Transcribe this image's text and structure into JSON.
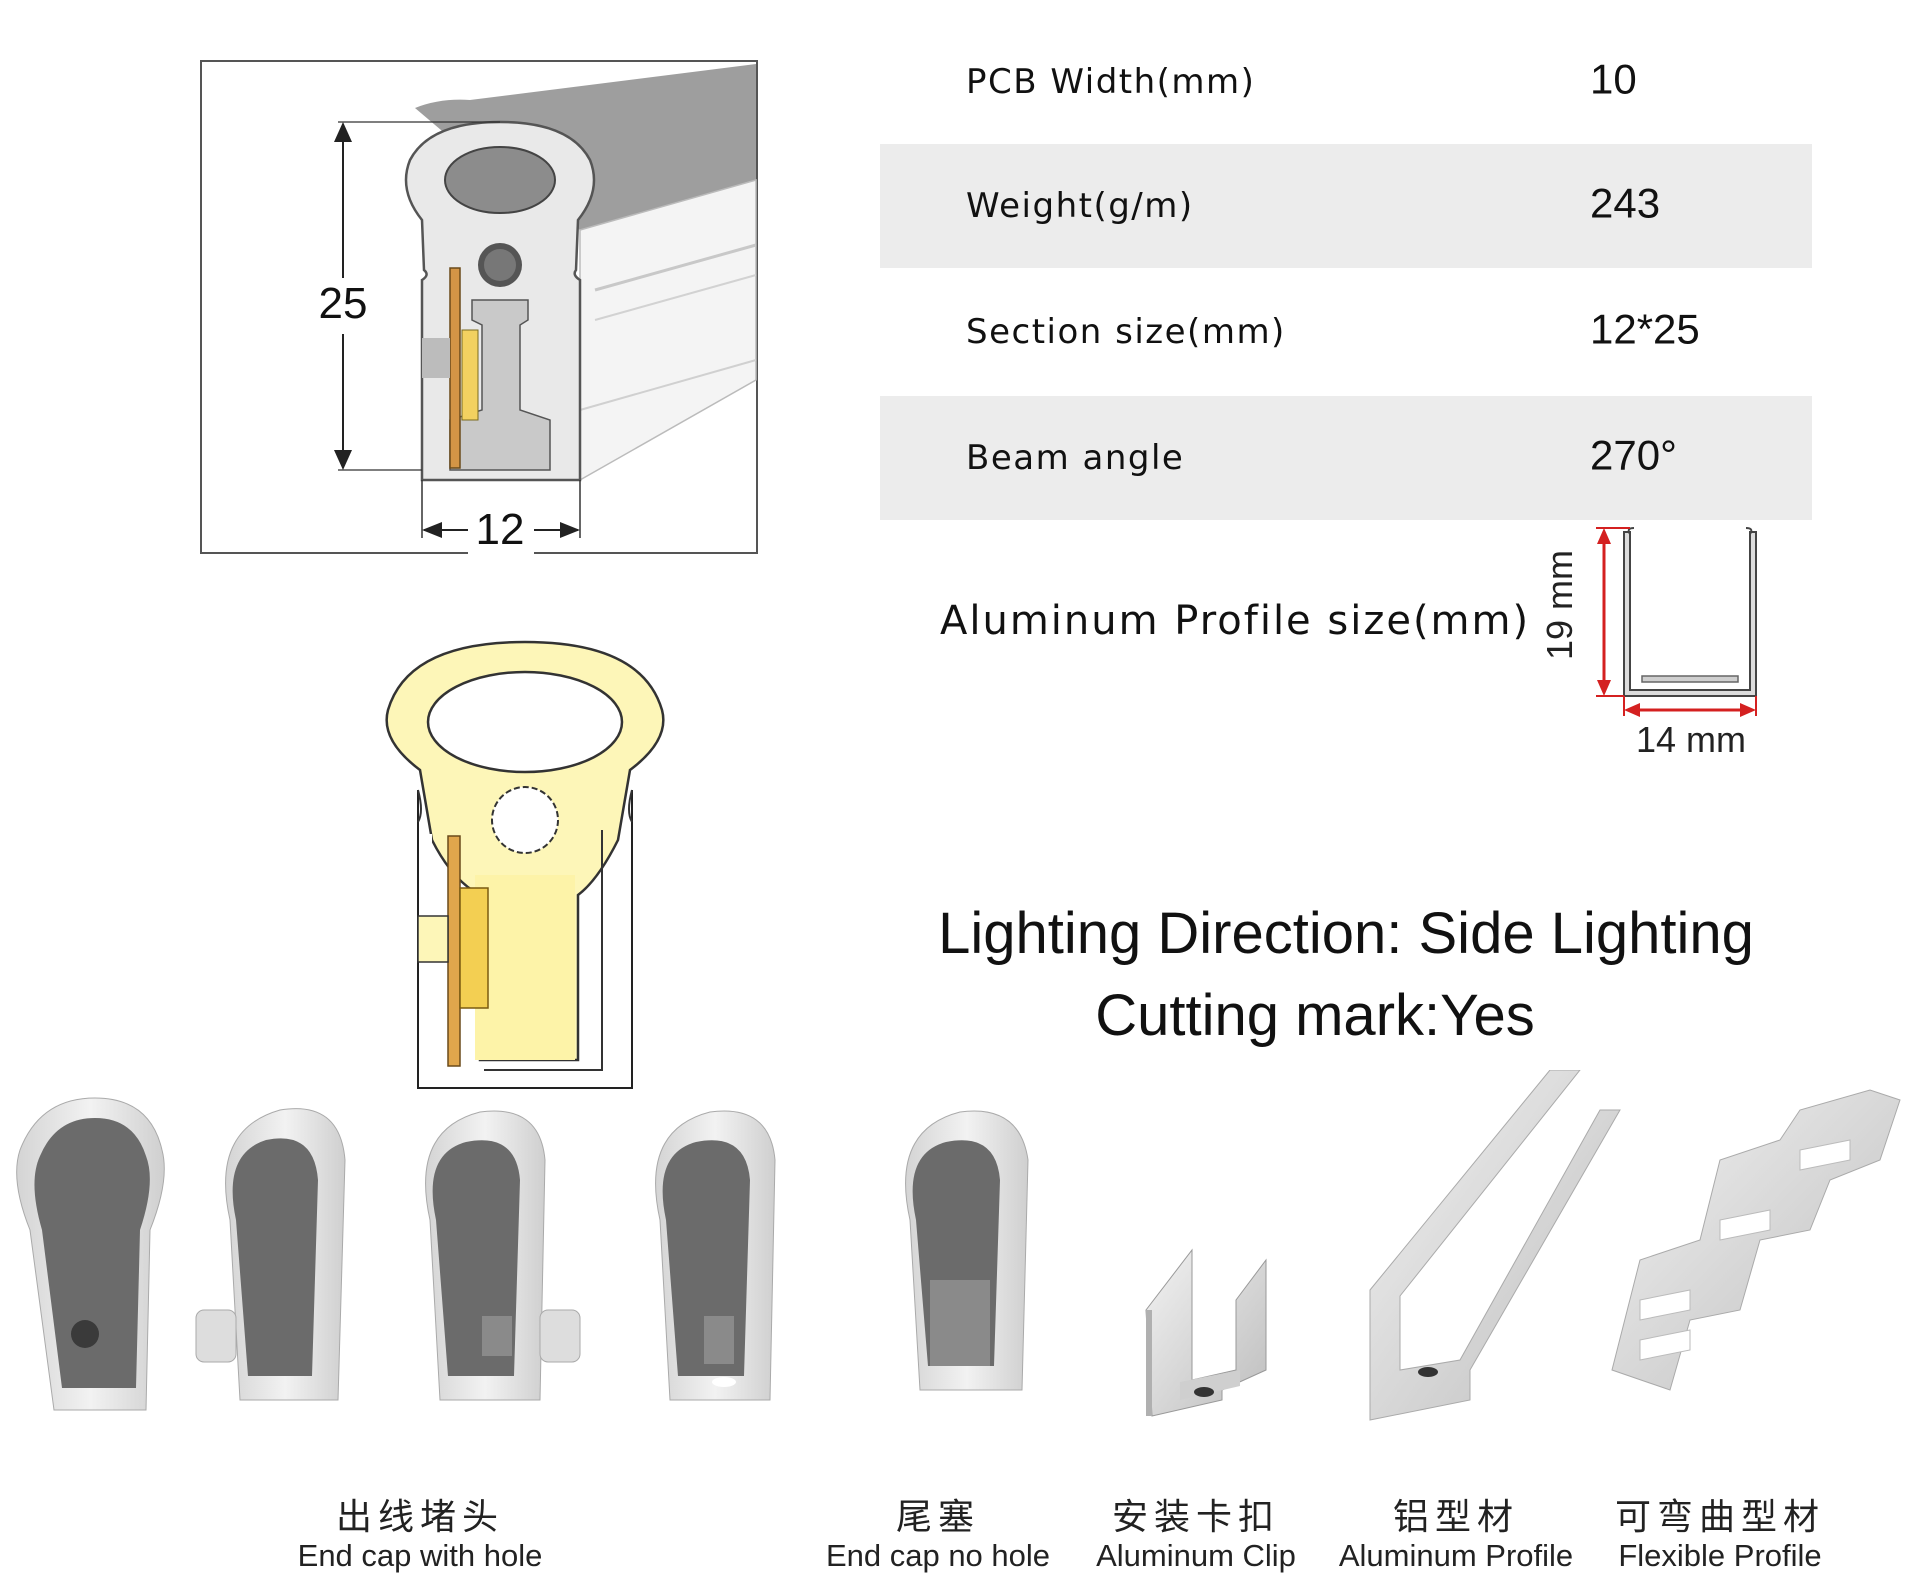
{
  "specs": [
    {
      "label": "PCB Width(mm)",
      "value": "10"
    },
    {
      "label": "Weight(g/m)",
      "value": "243"
    },
    {
      "label": "Section size(mm)",
      "value": "12*25"
    },
    {
      "label": "Beam angle",
      "value": "270°"
    }
  ],
  "profile": {
    "label": "Aluminum Profile size(mm)",
    "height_label": "19 mm",
    "width_label": "14 mm"
  },
  "drawing": {
    "height_label": "25",
    "width_label": "12"
  },
  "headings": {
    "direction": "Lighting Direction: Side Lighting",
    "cutting": "Cutting mark:Yes"
  },
  "accessories": [
    {
      "cn": "出线堵头",
      "en": "End cap with hole"
    },
    {
      "cn": "尾塞",
      "en": "End cap no hole"
    },
    {
      "cn": "安装卡扣",
      "en": "Aluminum Clip"
    },
    {
      "cn": "铝型材",
      "en": "Aluminum Profile"
    },
    {
      "cn": "可弯曲型材",
      "en": "Flexible Profile"
    }
  ],
  "colors": {
    "glow": "#fdf6b8",
    "pcb": "#e0a64c",
    "chip": "#f3cf52",
    "silicone": "#e6e6e6",
    "dim_red": "#d42020"
  }
}
